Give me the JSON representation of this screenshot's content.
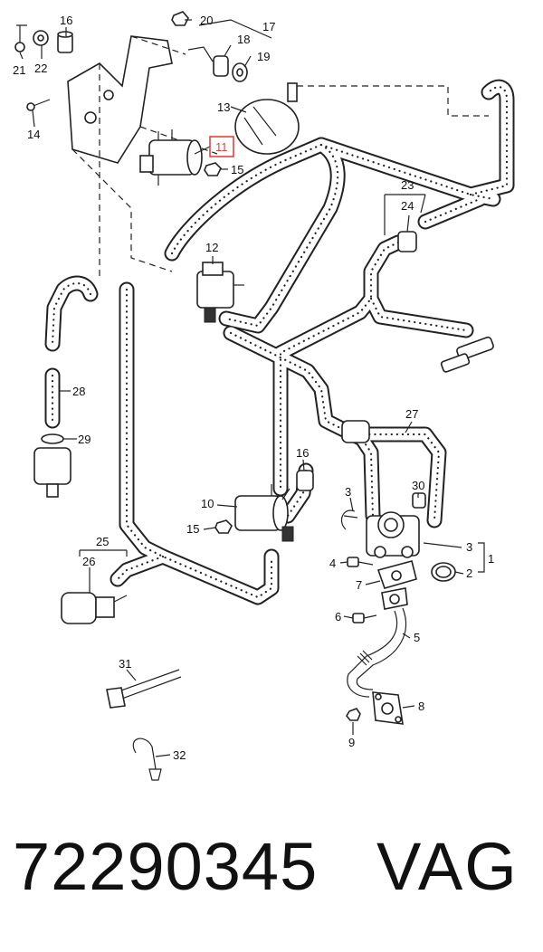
{
  "diagram": {
    "callouts": [
      "16",
      "20",
      "17",
      "21",
      "22",
      "18",
      "19",
      "13",
      "14",
      "11",
      "15",
      "23",
      "24",
      "12",
      "28",
      "29",
      "27",
      "16",
      "3",
      "30",
      "10",
      "15",
      "25",
      "26",
      "3",
      "1",
      "2",
      "4",
      "7",
      "6",
      "5",
      "31",
      "8",
      "9",
      "32"
    ]
  },
  "footer": {
    "part_number": "72290345",
    "brand": "VAG"
  },
  "colors": {
    "highlight": "#e0453c",
    "line": "#222222"
  }
}
